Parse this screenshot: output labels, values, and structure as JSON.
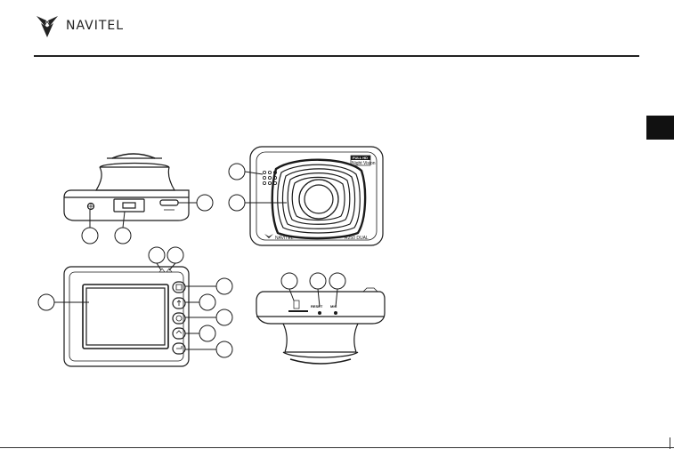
{
  "header": {
    "brand": "NAVITEL"
  },
  "device": {
    "brand_label": "NAVITEL",
    "model_label": "R250 DUAL",
    "badge_line1": "FULL HD",
    "badge_line2": "Night Vision",
    "port_label_left": "RESET",
    "port_label_right": "MIC"
  },
  "colors": {
    "stroke": "#1a1a1a",
    "tab": "#111111",
    "screen": "#ffffff"
  },
  "icons": [
    "navitel-logo-icon",
    "menu-icon",
    "up-icon",
    "ok-icon",
    "down-icon",
    "mode-icon",
    "sd-card-icon"
  ]
}
